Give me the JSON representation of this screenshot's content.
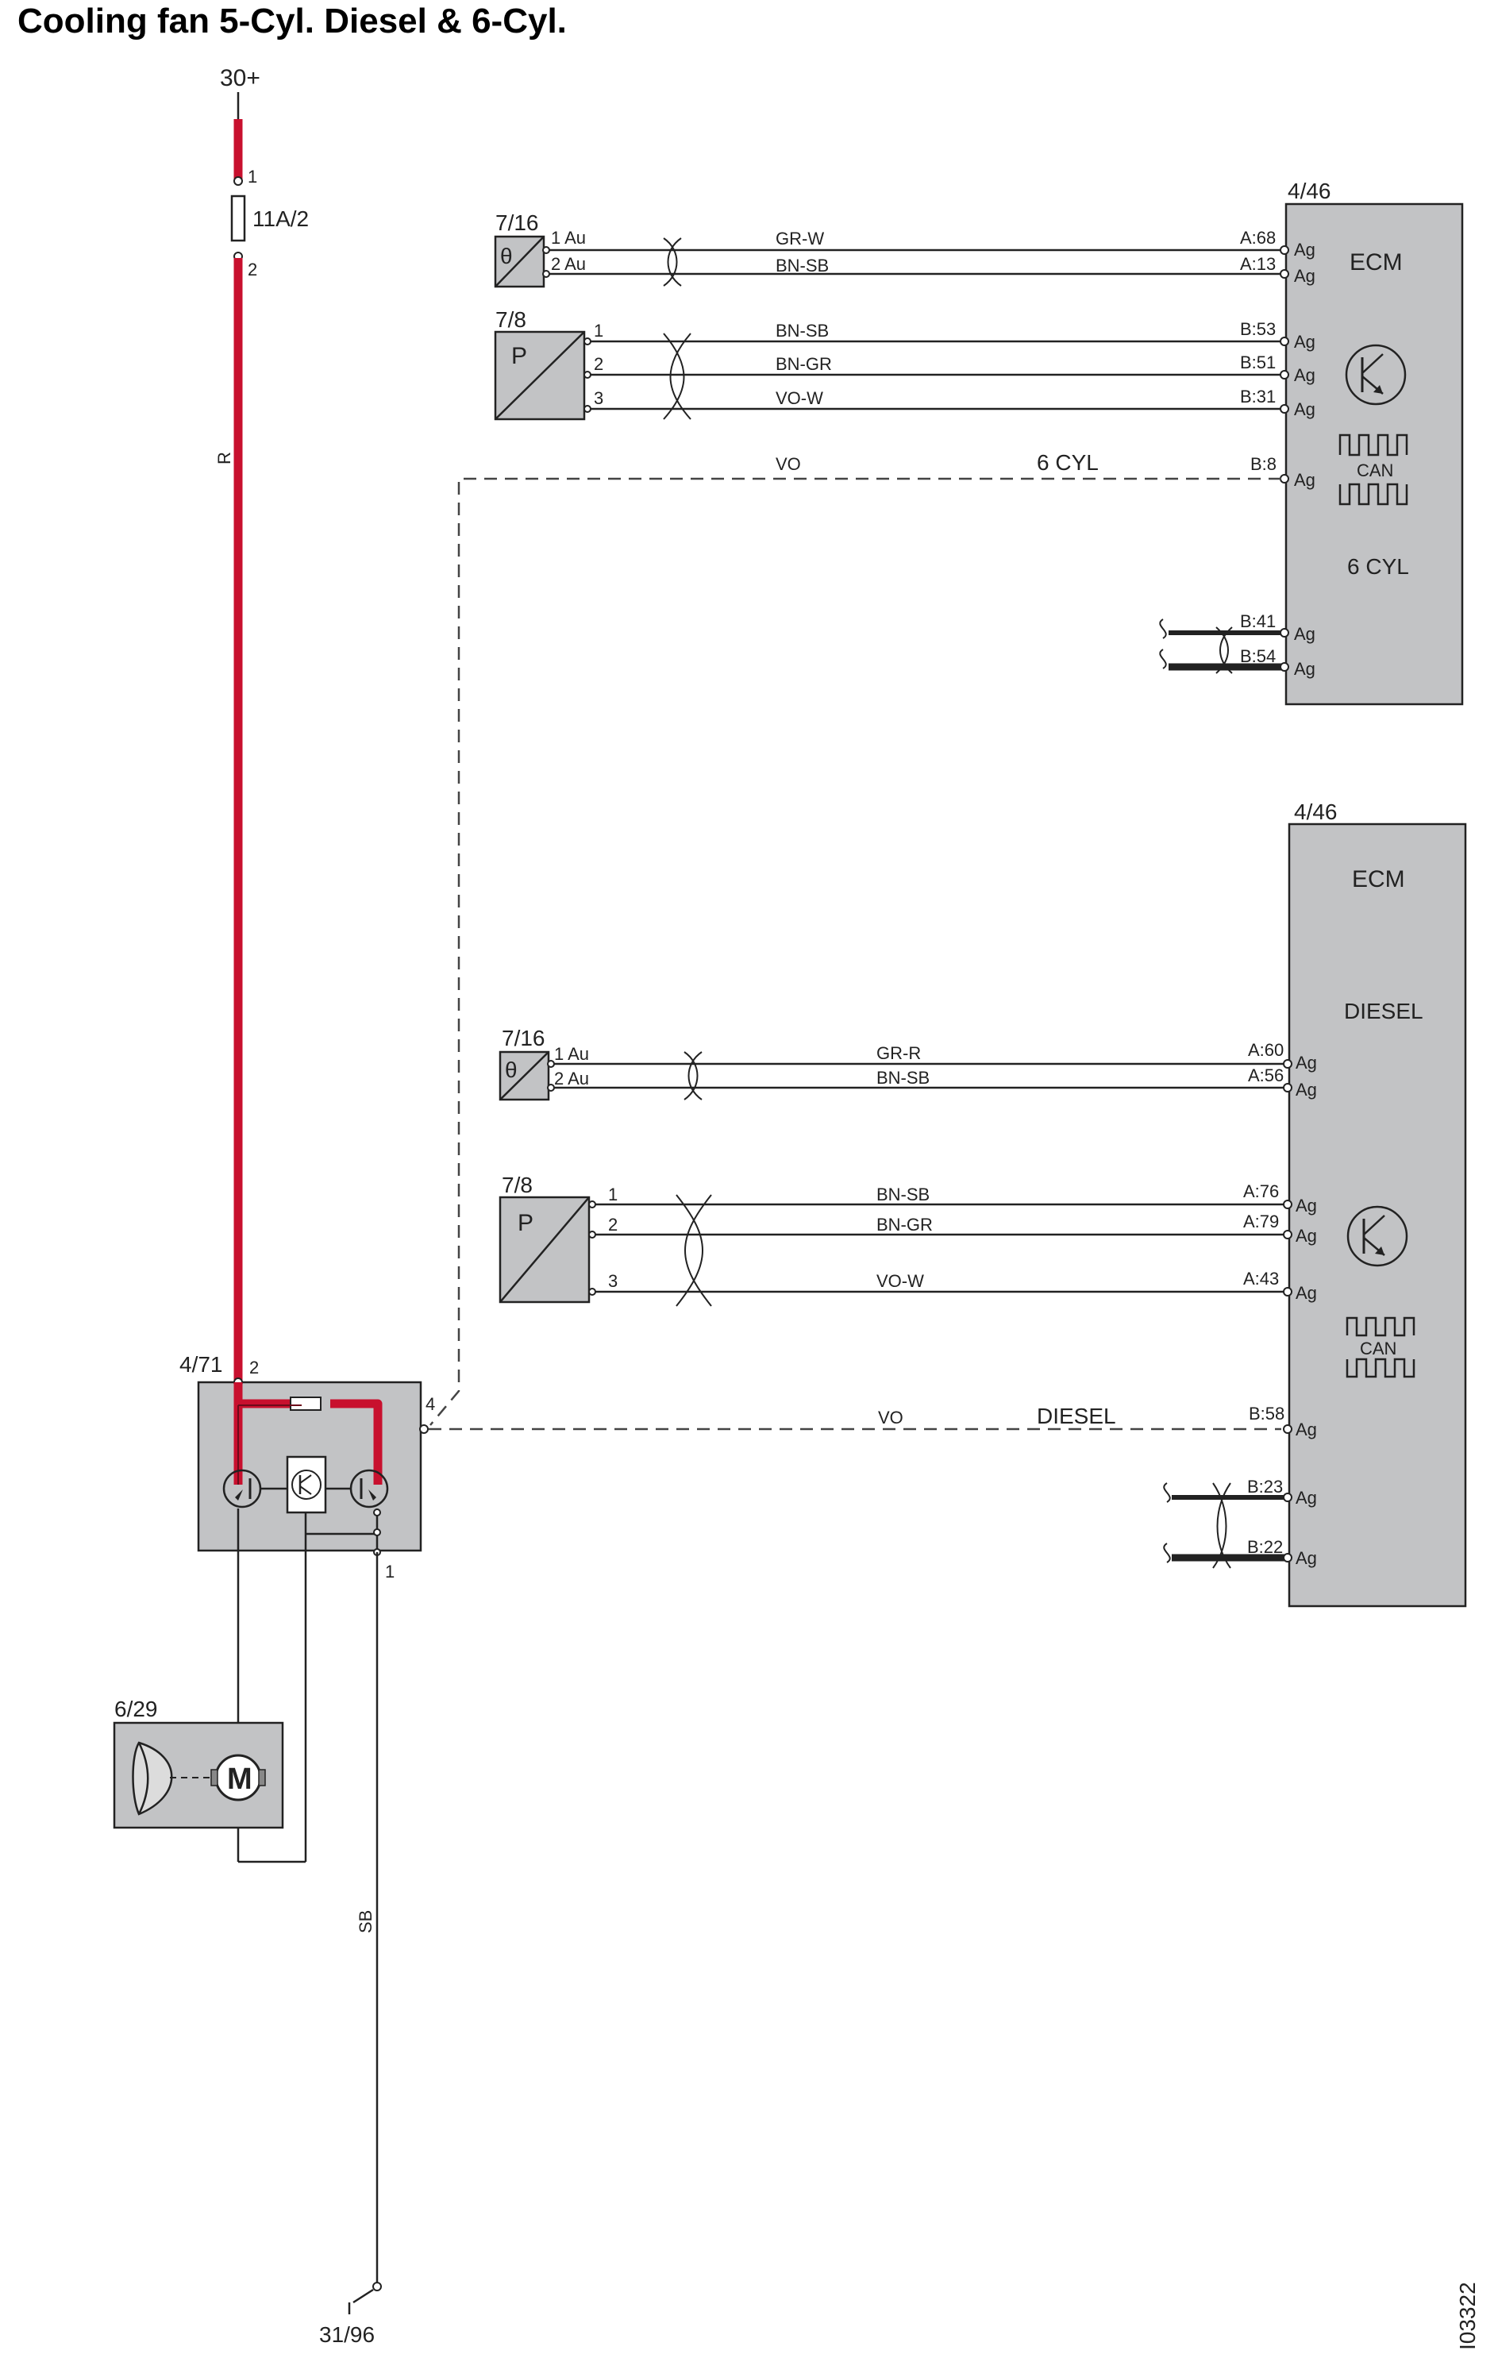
{
  "title": "Cooling fan 5-Cyl. Diesel & 6-Cyl.",
  "document_id": "I03322",
  "supply": {
    "label": "30+",
    "fuse": "11A/2",
    "pin_top": "1",
    "pin_bottom": "2",
    "wire_color": "R"
  },
  "ground": {
    "label": "31/96",
    "wire_color": "SB"
  },
  "relay": {
    "label": "4/71",
    "pin_supply": "2",
    "pin_control": "4",
    "pin_ground": "1"
  },
  "motor": {
    "label": "6/29",
    "symbol": "M"
  },
  "ecm_6cyl": {
    "label": "4/46",
    "name": "ECM",
    "variant": "6 CYL",
    "can": "CAN",
    "temp_sensor": {
      "label": "7/16",
      "symbol": "θ",
      "pins": [
        "1 Au",
        "2 Au"
      ]
    },
    "pressure_sensor": {
      "label": "7/8",
      "symbol": "P"
    },
    "wires": [
      {
        "pin": "1 Au",
        "color": "GR-W",
        "ecm_pin": "A:68"
      },
      {
        "pin": "2 Au",
        "color": "BN-SB",
        "ecm_pin": "A:13"
      },
      {
        "pin": "1",
        "color": "BN-SB",
        "ecm_pin": "B:53"
      },
      {
        "pin": "2",
        "color": "BN-GR",
        "ecm_pin": "B:51"
      },
      {
        "pin": "3",
        "color": "VO-W",
        "ecm_pin": "B:31"
      }
    ],
    "control": {
      "color": "VO",
      "note": "6 CYL",
      "ecm_pin": "B:8"
    },
    "bus": [
      {
        "ecm_pin": "B:41"
      },
      {
        "ecm_pin": "B:54"
      }
    ],
    "ag": "Ag"
  },
  "ecm_diesel": {
    "label": "4/46",
    "name": "ECM",
    "variant": "DIESEL",
    "can": "CAN",
    "temp_sensor": {
      "label": "7/16",
      "symbol": "θ",
      "pins": [
        "1 Au",
        "2 Au"
      ]
    },
    "pressure_sensor": {
      "label": "7/8",
      "symbol": "P"
    },
    "wires": [
      {
        "pin": "1 Au",
        "color": "GR-R",
        "ecm_pin": "A:60"
      },
      {
        "pin": "2 Au",
        "color": "BN-SB",
        "ecm_pin": "A:56"
      },
      {
        "pin": "1",
        "color": "BN-SB",
        "ecm_pin": "A:76"
      },
      {
        "pin": "2",
        "color": "BN-GR",
        "ecm_pin": "A:79"
      },
      {
        "pin": "3",
        "color": "VO-W",
        "ecm_pin": "A:43"
      }
    ],
    "control": {
      "color": "VO",
      "note": "DIESEL",
      "ecm_pin": "B:58"
    },
    "bus": [
      {
        "ecm_pin": "B:23"
      },
      {
        "ecm_pin": "B:22"
      }
    ],
    "ag": "Ag"
  }
}
